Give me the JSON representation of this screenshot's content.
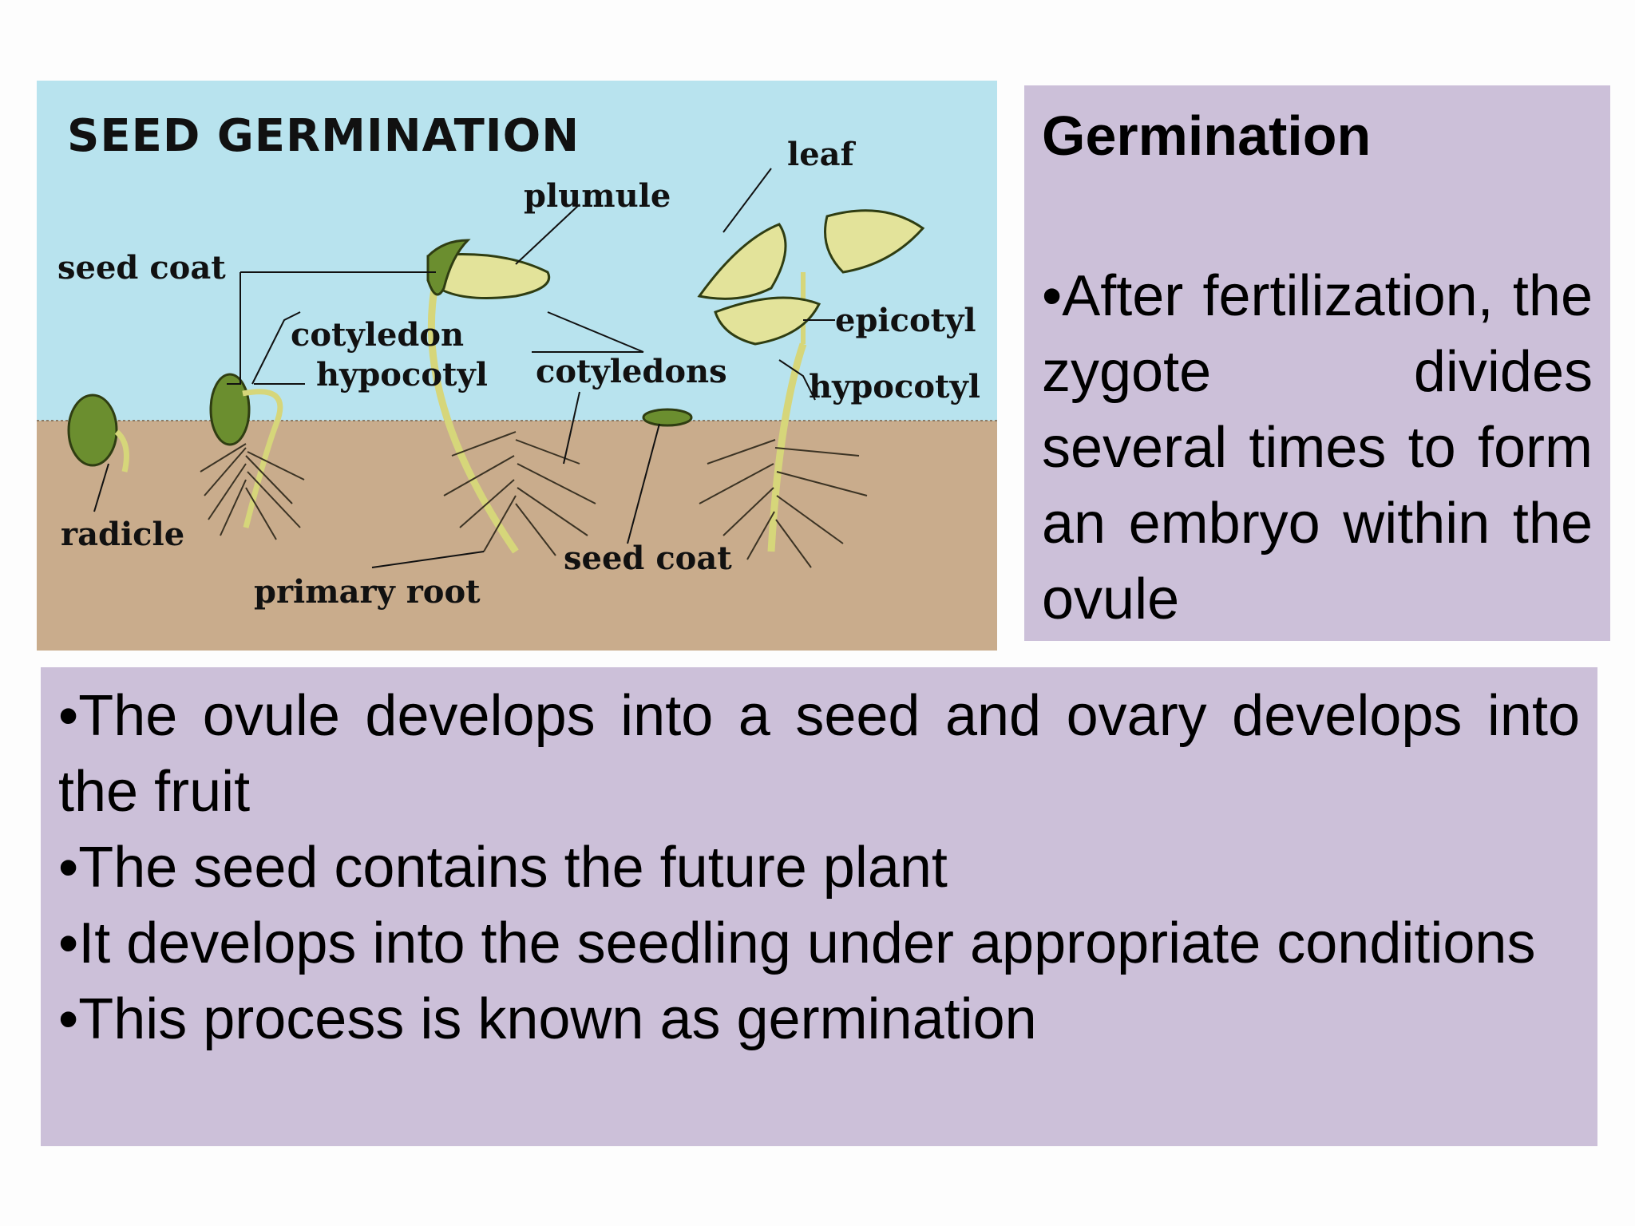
{
  "figure": {
    "title": "SEED GERMINATION",
    "labels": {
      "seed_coat_top": "seed coat",
      "cotyledon": "cotyledon",
      "hypocotyl_left": "hypocotyl",
      "plumule": "plumule",
      "leaf": "leaf",
      "cotyledons": "cotyledons",
      "epicotyl": "epicotyl",
      "hypocotyl_right": "hypocotyl",
      "radicle": "radicle",
      "primary_root": "primary root",
      "seed_coat_bottom": "seed coat"
    },
    "colors": {
      "sky": "#b8e3ee",
      "soil": "#c9ac8c",
      "seed": "#6b8e2f",
      "leaf": "#e3e39a",
      "stem": "#d6d67a",
      "root": "#3b3324"
    }
  },
  "info": {
    "title": "Germination",
    "text": "•After fertilization, the zygote divides several times to form an embryo within the ovule"
  },
  "bullets": [
    "•The ovule develops into a seed and ovary develops into the fruit",
    "•The seed contains the future plant",
    "•It develops into the seedling under appropriate conditions",
    "•This process is known as germination"
  ]
}
